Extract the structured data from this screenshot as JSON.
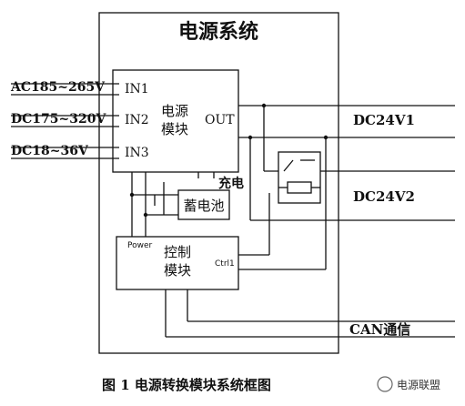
{
  "diagram": {
    "system_title": "电源系统",
    "inputs": [
      "AC185~265V",
      "DC175~320V",
      "DC18~36V"
    ],
    "power_module": {
      "label_line1": "电源",
      "label_line2": "模块",
      "ports_in": [
        "IN1",
        "IN2",
        "IN3"
      ],
      "port_out": "OUT",
      "charge_label": "充电"
    },
    "battery_label": "蓄电池",
    "control_module": {
      "label_line1": "控制",
      "label_line2": "模块",
      "power_pin": "Power",
      "ctrl_pin": "Ctrl1"
    },
    "outputs": [
      "DC24V1",
      "DC24V2"
    ],
    "can_label": "CAN通信",
    "caption": "图 1  电源转换模块系统框图",
    "watermark": "电源联盟"
  }
}
